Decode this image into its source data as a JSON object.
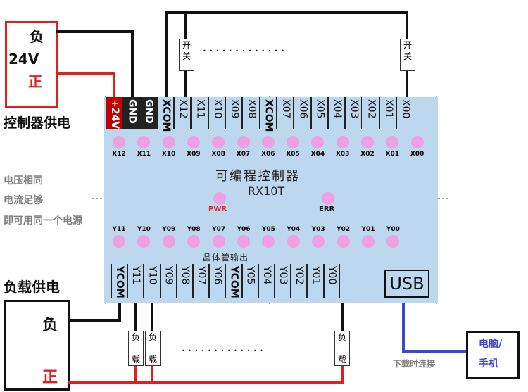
{
  "power_box": {
    "neg": "负",
    "voltage": "24V",
    "pos": "正"
  },
  "controller_power_label": "控制器供电",
  "shared_power_note": [
    "电压相同",
    "电流足够",
    "即可用同一个电源"
  ],
  "load_power_label": "负载供电",
  "load_box": {
    "neg": "负",
    "pos": "正"
  },
  "switch_label": "开\n关",
  "ellipsis": "• • • • • • • • • • • • •",
  "load_label": "负\n\n载",
  "board": {
    "title": "可编程控制器",
    "model": "RX10T",
    "pwr": "PWR",
    "err": "ERR",
    "output_caption": "晶体管输出",
    "usb": "USB"
  },
  "top_terminals": [
    "+24V",
    "GND",
    "GND",
    "XCOM",
    "X12",
    "X11",
    "X10",
    "X09",
    "X08",
    "XCOM",
    "X07",
    "X06",
    "X05",
    "X04",
    "X03",
    "X02",
    "X01",
    "X00"
  ],
  "input_leds": [
    "X12",
    "X11",
    "X10",
    "X09",
    "X08",
    "X07",
    "X06",
    "X05",
    "X04",
    "X03",
    "X02",
    "X01",
    "X00"
  ],
  "output_leds": [
    "Y11",
    "Y10",
    "Y09",
    "Y08",
    "Y07",
    "Y06",
    "Y05",
    "Y04",
    "Y03",
    "Y02",
    "Y01",
    "Y00"
  ],
  "bottom_terminals": [
    "YCOM",
    "Y11",
    "Y10",
    "Y09",
    "Y08",
    "Y07",
    "Y06",
    "YCOM",
    "Y05",
    "Y04",
    "Y03",
    "Y02",
    "Y01",
    "Y00"
  ],
  "computer_box": {
    "line1": "电脑/",
    "line2": "手机"
  },
  "download_label": "下载时连接",
  "colors": {
    "board": "#bdd7ee",
    "red": "#e02020",
    "blue": "#3f48cc",
    "led": "#f0a0e0",
    "wire": "#111111"
  }
}
